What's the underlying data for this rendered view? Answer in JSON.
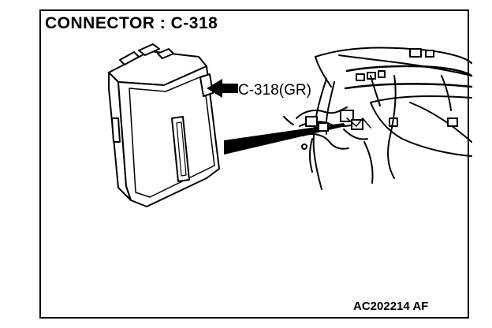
{
  "title": "CONNECTOR : C-318",
  "callout": "C-318(GR)",
  "figure_code": "AC202214 AF",
  "icons": [
    "ecu-module-illustration",
    "wiring-harness-illustration",
    "callout-arrow-icon",
    "pointer-wedge-icon"
  ]
}
